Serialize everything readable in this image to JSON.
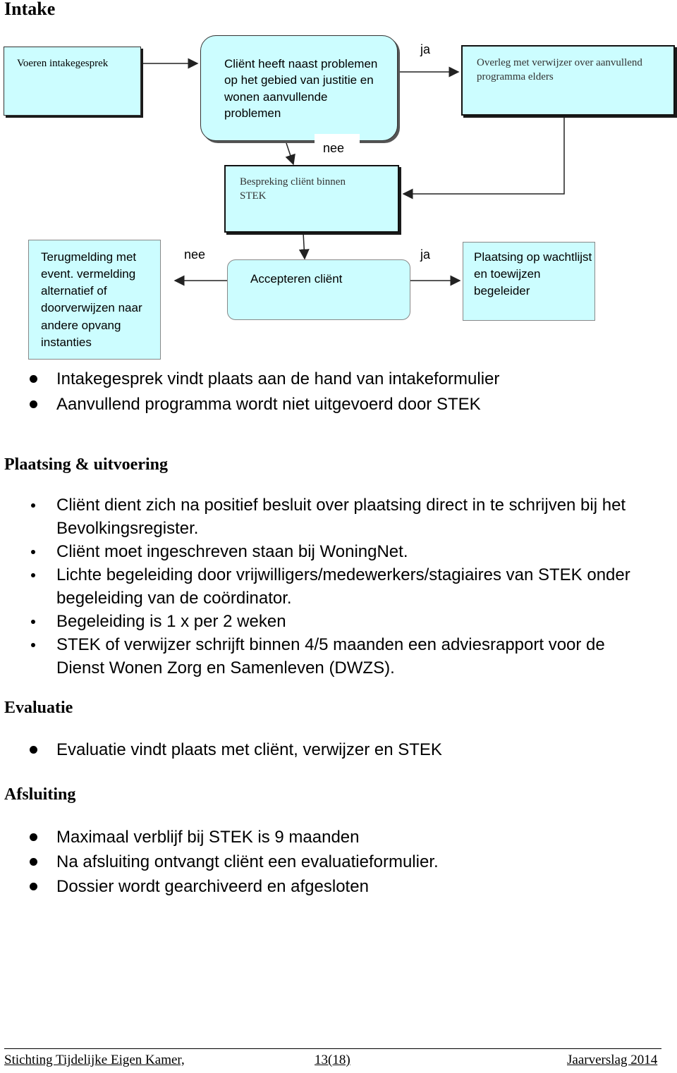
{
  "page": {
    "title": "Intake"
  },
  "flow": {
    "voeren": "Voeren intakegesprek",
    "client_problems": "Cliënt heeft naast problemen op het gebied van justitie en wonen  aanvullende problemen",
    "overleg": "Overleg met verwijzer over aanvullend programma elders",
    "bespreking": "Bespreking cliënt binnen STEK",
    "terugmelding": "Terugmelding met event. vermelding alternatief of doorverwijzen naar andere opvang instanties",
    "accepteren": "Accepteren cliënt",
    "plaatsing": "Plaatsing op wachtlijst en toewijzen begeleider",
    "label_ja_top": "ja",
    "label_nee_top": "nee",
    "label_nee_mid": "nee",
    "label_ja_mid": "ja"
  },
  "intake_bullets": [
    "Intakegesprek vindt plaats aan de hand van intakeformulier",
    "Aanvullend programma wordt niet uitgevoerd door STEK"
  ],
  "plaatsing_section": {
    "heading": "Plaatsing & uitvoering",
    "items": [
      "Cliënt dient zich na positief besluit over plaatsing direct in te schrijven bij  het Bevolkingsregister.",
      "Cliënt moet ingeschreven staan bij WoningNet.",
      "Lichte begeleiding door vrijwilligers/medewerkers/stagiaires van STEK onder begeleiding van de coördinator.",
      "Begeleiding is 1 x per 2 weken",
      "STEK of verwijzer schrijft binnen 4/5 maanden een adviesrapport voor de Dienst Wonen Zorg en Samenleven (DWZS)."
    ]
  },
  "evaluatie_section": {
    "heading": "Evaluatie",
    "items": [
      "Evaluatie vindt plaats met cliënt, verwijzer en STEK"
    ]
  },
  "afsluiting_section": {
    "heading": "Afsluiting",
    "items": [
      "Maximaal verblijf bij STEK is 9 maanden",
      "Na afsluiting ontvangt cliënt een evaluatieformulier.",
      "Dossier wordt gearchiveerd en afgesloten"
    ]
  },
  "footer": {
    "org": "Stichting Tijdelijke Eigen Kamer,",
    "page": "13(18)",
    "report": "Jaarverslag 2014"
  },
  "colors": {
    "box_fill": "#ccfdff",
    "text": "#000000"
  }
}
